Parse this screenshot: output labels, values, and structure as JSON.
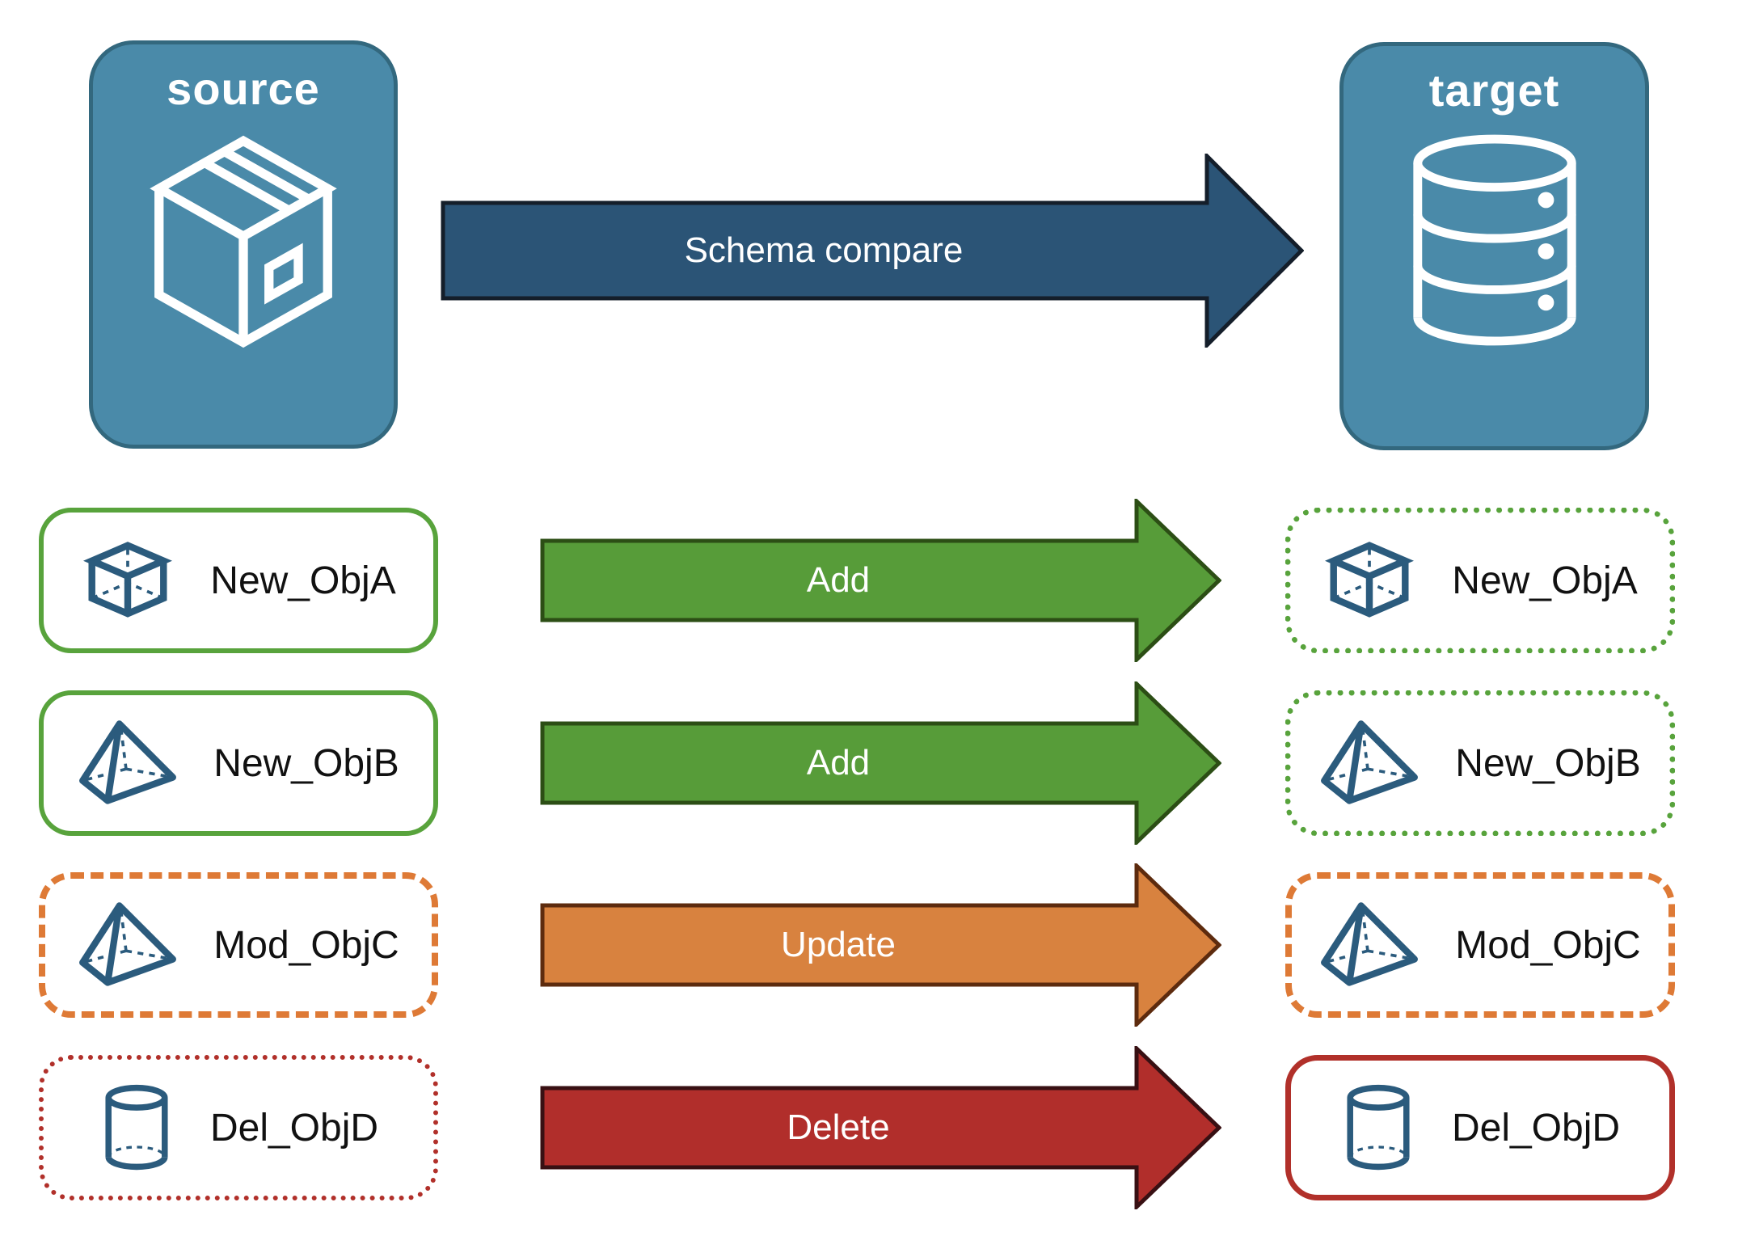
{
  "diagram": {
    "source": {
      "title": "source",
      "icon": "package-icon"
    },
    "target": {
      "title": "target",
      "icon": "database-icon"
    },
    "compare_arrow": {
      "label": "Schema compare"
    },
    "rows": [
      {
        "source_object": {
          "label": "New_ObjA",
          "icon": "cube-icon",
          "border": "green-solid"
        },
        "action": {
          "label": "Add",
          "color": "#579C39"
        },
        "target_object": {
          "label": "New_ObjA",
          "icon": "cube-icon",
          "border": "green-dotted"
        }
      },
      {
        "source_object": {
          "label": "New_ObjB",
          "icon": "pyramid-icon",
          "border": "green-solid"
        },
        "action": {
          "label": "Add",
          "color": "#579C39"
        },
        "target_object": {
          "label": "New_ObjB",
          "icon": "pyramid-icon",
          "border": "green-dotted"
        }
      },
      {
        "source_object": {
          "label": "Mod_ObjC",
          "icon": "pyramid-icon",
          "border": "orange-dashed"
        },
        "action": {
          "label": "Update",
          "color": "#D8823F"
        },
        "target_object": {
          "label": "Mod_ObjC",
          "icon": "pyramid-icon",
          "border": "orange-dashed"
        }
      },
      {
        "source_object": {
          "label": "Del_ObjD",
          "icon": "cylinder-icon",
          "border": "red-dotted"
        },
        "action": {
          "label": "Delete",
          "color": "#B12E2B"
        },
        "target_object": {
          "label": "Del_ObjD",
          "icon": "cylinder-icon",
          "border": "red-solid"
        }
      }
    ],
    "colors": {
      "panel_fill": "#4A8AA9",
      "panel_border": "#33687E",
      "icon_blue": "#2B5B7D",
      "compare_arrow_fill": "#2B5476",
      "add_green": "#579C39",
      "update_orange": "#D8823F",
      "delete_red": "#B12E2B",
      "green_border": "#58A33C",
      "orange_border": "#DE7A36",
      "red_border": "#B1302A"
    }
  }
}
